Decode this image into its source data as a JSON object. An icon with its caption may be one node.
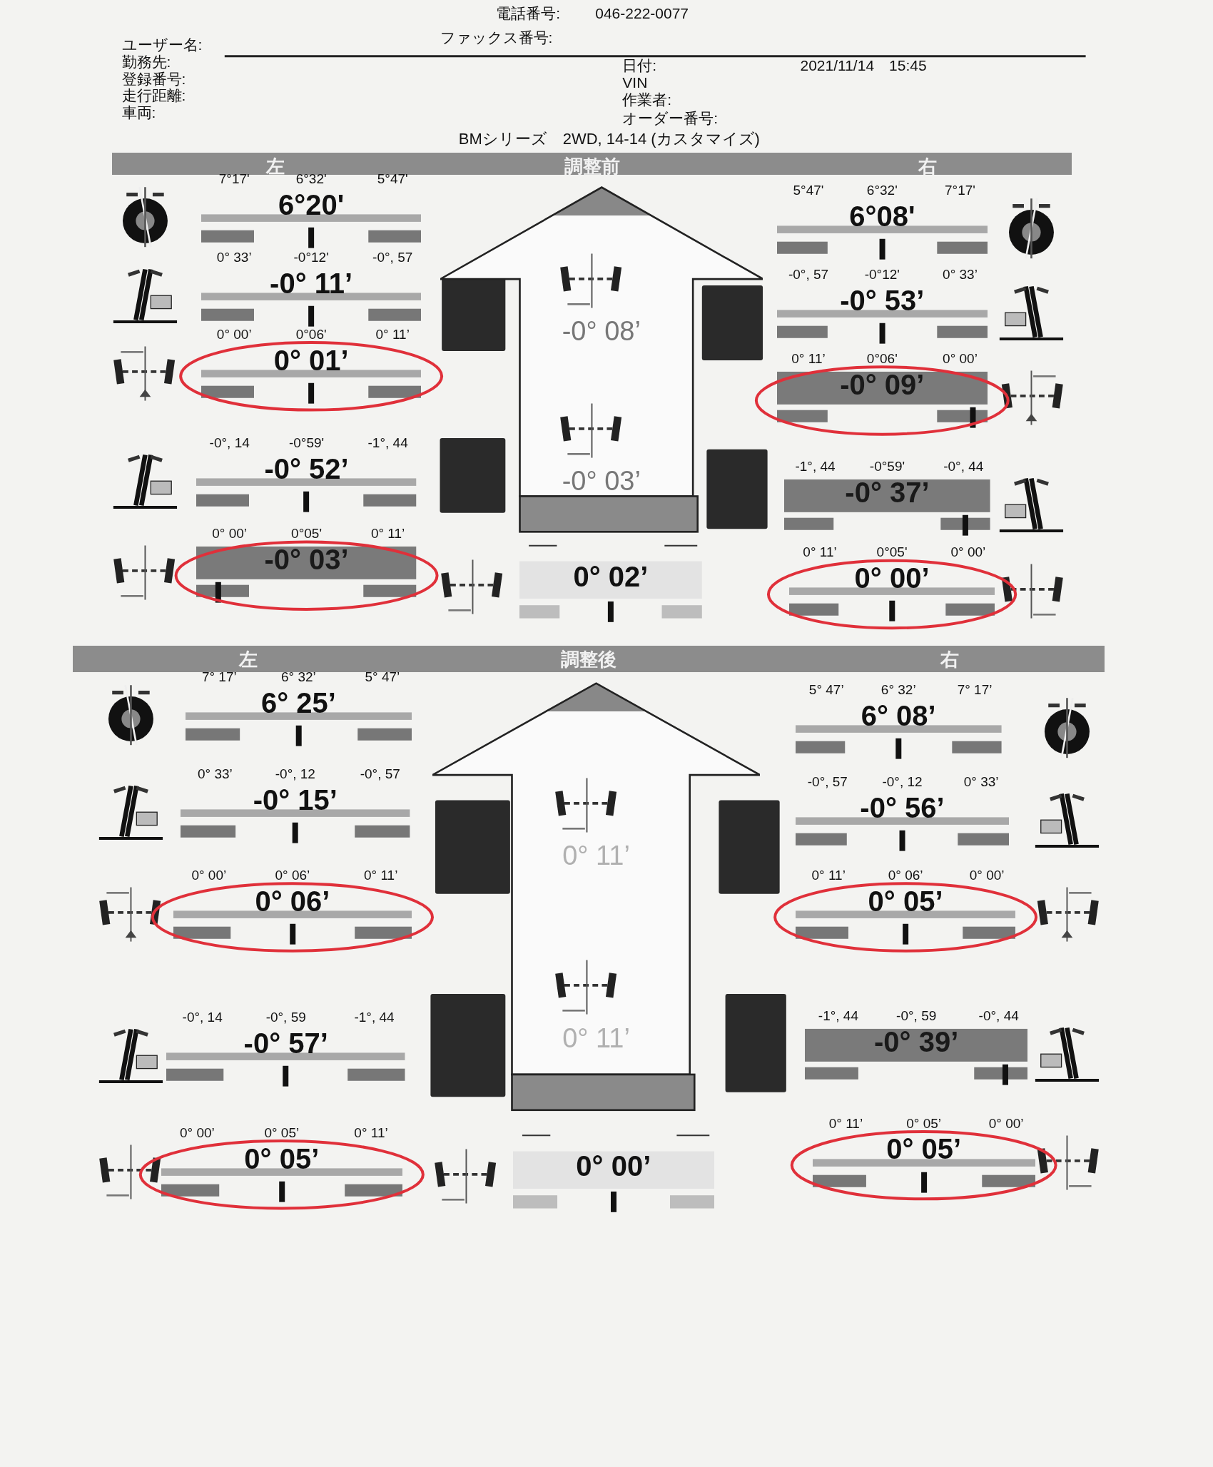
{
  "diagram": {
    "nodes": [
      {
        "text": [
          "左",
          "調整前",
          "右"
        ]
      },
      {
        "text": [
          "-0° 08’",
          "-0° 03’"
        ]
      },
      {
        "text": [
          "7°17'",
          "6°32'",
          "5°47'",
          "6°20'"
        ]
      },
      {
        "text": [
          "0° 33’",
          "-0°12'",
          "-0°, 57",
          "-0° 11’"
        ]
      },
      {
        "text": [
          "0° 00’",
          "0°06'",
          "0° 11’",
          "0° 01’"
        ]
      },
      {
        "text": [
          "-0°, 14",
          "-0°59'",
          "-1°, 44",
          "-0° 52’"
        ]
      },
      {
        "text": [
          "0° 00’",
          "0°05'",
          "0° 11’",
          "-0° 03’"
        ]
      },
      {
        "text": [
          "5°47'",
          "6°32'",
          "7°17'",
          "6°08'"
        ]
      },
      {
        "text": [
          "-0°, 57",
          "-0°12'",
          "0° 33’",
          "-0° 53’"
        ]
      },
      {
        "text": [
          "0° 11’",
          "0°06'",
          "0° 00’",
          "-0° 09’"
        ]
      },
      {
        "text": [
          "-1°, 44",
          "-0°59'",
          "-0°, 44",
          "-0° 37’"
        ]
      },
      {
        "text": [
          "0° 11’",
          "0°05'",
          "0° 00’",
          "0° 00’"
        ]
      },
      {
        "text": [
          "0° 02’"
        ]
      },
      {
        "text": [
          "左",
          "調整後",
          "右"
        ]
      },
      {
        "text": [
          "0° 11’",
          "0° 11’"
        ]
      },
      {
        "text": [
          "7° 17’",
          "6° 32’",
          "5° 47’",
          "6° 25’"
        ]
      },
      {
        "text": [
          "0° 33’",
          "-0°, 12",
          "-0°, 57",
          "-0° 15’"
        ]
      },
      {
        "text": [
          "0° 00’",
          "0° 06’",
          "0° 11’",
          "0° 06’"
        ]
      },
      {
        "text": [
          "-0°, 14",
          "-0°, 59",
          "-1°, 44",
          "-0° 57’"
        ]
      },
      {
        "text": [
          "0° 00’",
          "0° 05’",
          "0° 11’",
          "0° 05’"
        ]
      },
      {
        "text": [
          "5° 47’",
          "6° 32’",
          "7° 17’",
          "6° 08’"
        ]
      },
      {
        "text": [
          "-0°, 57",
          "-0°, 12",
          "0° 33’",
          "-0° 56’"
        ]
      },
      {
        "text": [
          "0° 11’",
          "0° 06’",
          "0° 00’",
          "0° 05’"
        ]
      },
      {
        "text": [
          "-1°, 44",
          "-0°, 59",
          "-0°, 44",
          "-0° 39’"
        ]
      },
      {
        "text": [
          "0° 11’",
          "0° 05’",
          "0° 00’",
          "0° 05’"
        ]
      },
      {
        "text": [
          "0° 00’"
        ]
      }
    ],
    "labels": [
      "電話番号:",
      "046-222-0077",
      "ファックス番号:",
      "ユーザー名:",
      "勤務先:",
      "登録番号:",
      "走行距離:",
      "車両:",
      "日付:",
      "2021/11/14　15:45",
      "VIN",
      "作業者:",
      "オーダー番号:",
      "BMシリーズ　2WD, 14-14 (カスタマイズ)"
    ]
  }
}
